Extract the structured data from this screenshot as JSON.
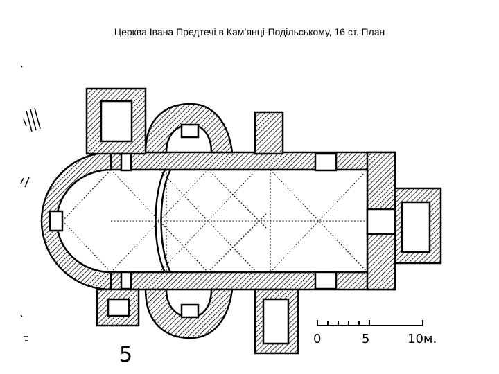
{
  "title": "Церква Івана Предтечі в Кам’янці-Подільському, 16 ст. План",
  "figure_number": "5",
  "scale_bar": {
    "ticks": [
      "0",
      "5",
      "10м."
    ]
  }
}
